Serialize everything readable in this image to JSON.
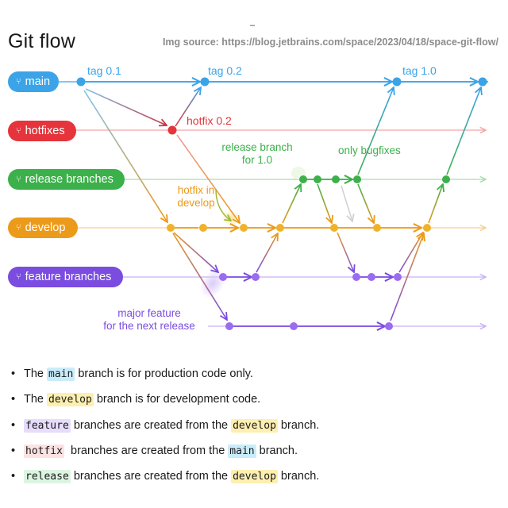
{
  "header": {
    "title": "Git flow",
    "dash": "–",
    "source": "Img source: https://blog.jetbrains.com/space/2023/04/18/space-git-flow/"
  },
  "branches": [
    {
      "key": "main",
      "label": "main",
      "color": "#3ba3e8",
      "icon": "git-branch-icon"
    },
    {
      "key": "hotfixes",
      "label": "hotfixes",
      "color": "#e5343b",
      "icon": "git-branch-icon"
    },
    {
      "key": "release",
      "label": "release branches",
      "color": "#3cb04a",
      "icon": "git-branch-icon"
    },
    {
      "key": "develop",
      "label": "develop",
      "color": "#ec9a1a",
      "icon": "git-branch-icon"
    },
    {
      "key": "feature",
      "label": "feature branches",
      "color": "#7a4ce0",
      "icon": "git-branch-icon"
    }
  ],
  "annotations": {
    "tag_01": "tag 0.1",
    "tag_02": "tag 0.2",
    "tag_10": "tag 1.0",
    "hotfix_02": "hotfix 0.2",
    "release_line1": "release branch",
    "release_line2": "for 1.0",
    "only_bugfixes": "only bugfixes",
    "hotfix_in_line1": "hotfix in",
    "hotfix_in_line2": "develop",
    "major_line1": "major feature",
    "major_line2": "for the next release"
  },
  "bullets": {
    "marker": "•",
    "b1": {
      "pre": "The ",
      "code": "main",
      "post": " branch is for production code only."
    },
    "b2": {
      "pre": "The ",
      "code": "develop",
      "post": " branch is for development code."
    },
    "b3": {
      "code": "feature",
      "mid": " branches are created from the ",
      "code2": "develop",
      "post": " branch."
    },
    "b4": {
      "code": "hotfix",
      "mid": "  branches are created from the ",
      "code2": "main",
      "post": " branch."
    },
    "b5": {
      "code": "release",
      "mid": " branches are created from the ",
      "code2": "develop",
      "post": " branch."
    }
  },
  "highlights": {
    "main": "#c9ecfb",
    "develop": "#fdefb0",
    "feature": "#e7dcfb",
    "hotfix": "#fde2e2",
    "release": "#dcf5e1"
  }
}
